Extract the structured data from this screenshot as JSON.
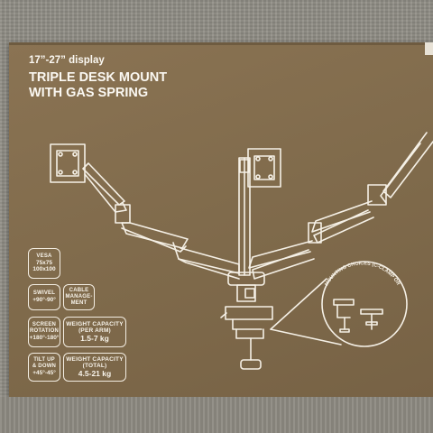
{
  "box": {
    "size_line": "17”-27” display",
    "title_line1": "TRIPLE DESK MOUNT",
    "title_line2": "WITH GAS SPRING"
  },
  "badges": {
    "vesa": {
      "label": "VESA",
      "v1": "75x75",
      "v2": "100x100"
    },
    "swivel": {
      "label": "SWIVEL",
      "value": "+90°-90°"
    },
    "cable": {
      "label1": "CABLE",
      "label2": "MANAGE-",
      "label3": "MENT"
    },
    "rotation": {
      "label1": "SCREEN",
      "label2": "ROTATION",
      "value": "+180°-180°"
    },
    "weight_arm": {
      "label1": "WEIGHT CAPACITY",
      "label2": "(PER ARM)",
      "value": "1.5-7 kg"
    },
    "tilt": {
      "label1": "TILT UP",
      "label2": "& DOWN",
      "value": "+45°-45°"
    },
    "weight_total": {
      "label1": "WEIGHT CAPACITY",
      "label2": "(TOTAL)",
      "value": "4.5-21 kg"
    }
  },
  "callout": {
    "text": "MOUNTING CHOICES (C-CLAMP OR GROMMET)"
  },
  "colors": {
    "cardboard": "#7f6a4b",
    "print": "#f5f0e6",
    "carpet": "#8f8c84"
  },
  "icons": [
    "monitor-plate-icon",
    "c-clamp-icon",
    "grommet-icon"
  ]
}
